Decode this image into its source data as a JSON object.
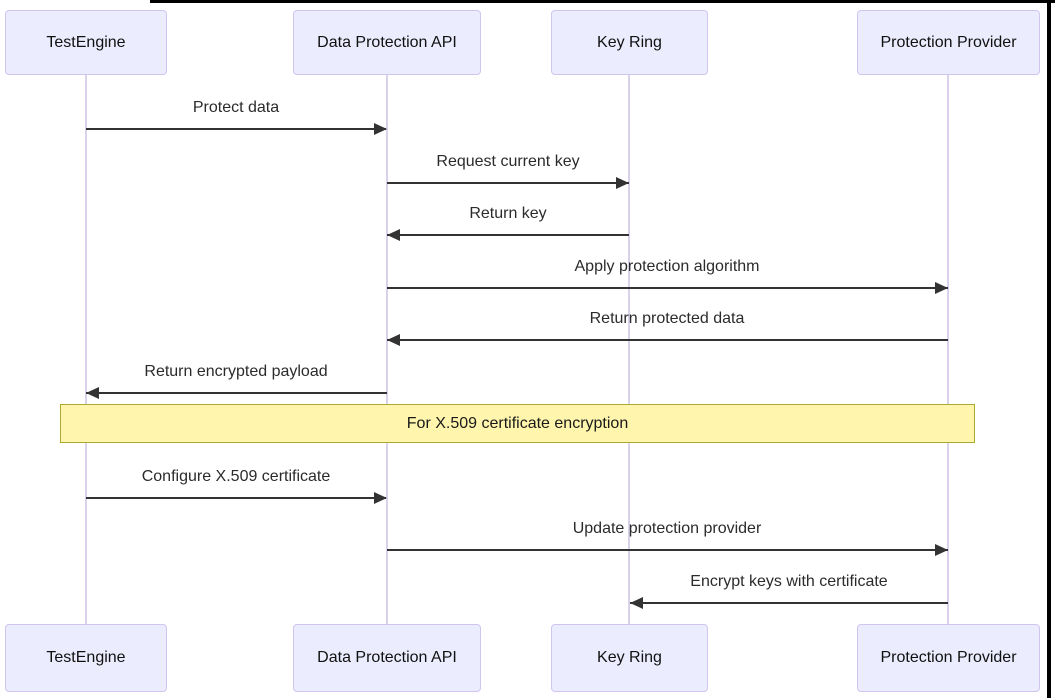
{
  "diagram": {
    "type": "sequence-diagram",
    "participants": [
      {
        "name": "TestEngine"
      },
      {
        "name": "Data Protection API"
      },
      {
        "name": "Key Ring"
      },
      {
        "name": "Protection Provider"
      }
    ],
    "messages": [
      {
        "from": "TestEngine",
        "to": "Data Protection API",
        "label": "Protect data"
      },
      {
        "from": "Data Protection API",
        "to": "Key Ring",
        "label": "Request current key"
      },
      {
        "from": "Key Ring",
        "to": "Data Protection API",
        "label": "Return key"
      },
      {
        "from": "Data Protection API",
        "to": "Protection Provider",
        "label": "Apply protection algorithm"
      },
      {
        "from": "Protection Provider",
        "to": "Data Protection API",
        "label": "Return protected data"
      },
      {
        "from": "Data Protection API",
        "to": "TestEngine",
        "label": "Return encrypted payload"
      },
      {
        "from": "TestEngine",
        "to": "Data Protection API",
        "label": "Configure X.509 certificate"
      },
      {
        "from": "Data Protection API",
        "to": "Protection Provider",
        "label": "Update protection provider"
      },
      {
        "from": "Protection Provider",
        "to": "Key Ring",
        "label": "Encrypt keys with certificate"
      }
    ],
    "note": {
      "text": "For X.509 certificate encryption",
      "over": "all participants"
    },
    "colors": {
      "actor_fill": "#ECECFF",
      "actor_border": "#D0C5EE",
      "lifeline": "#D9D2EA",
      "note_fill": "#FFF5AD",
      "note_border": "#AAAA33",
      "message_line": "#333333"
    }
  }
}
